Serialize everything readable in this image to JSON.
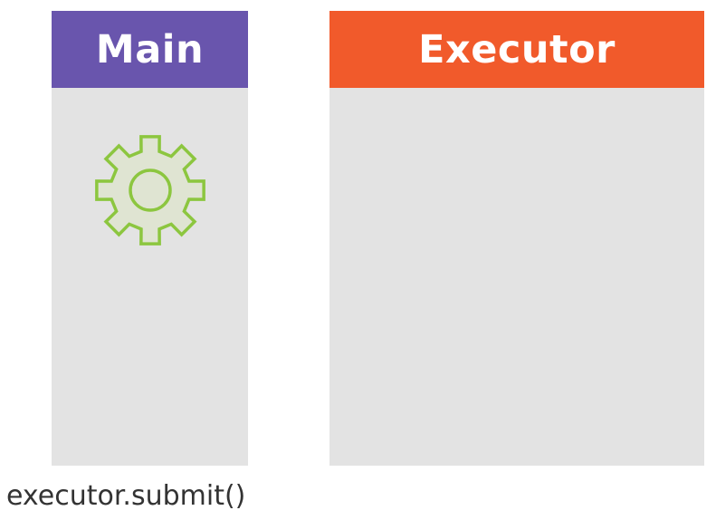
{
  "main_panel": {
    "title": "Main",
    "color": "#6955ad"
  },
  "executor_panel": {
    "title": "Executor",
    "color": "#f15a2b"
  },
  "gear": {
    "icon": "gear-icon",
    "stroke_color": "#8cc63f"
  },
  "caption": "executor.submit()"
}
